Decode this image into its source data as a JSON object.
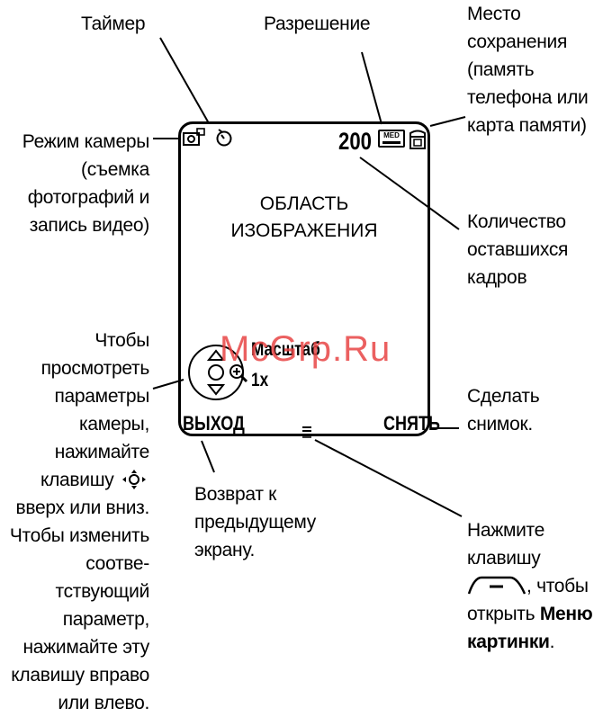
{
  "labels": {
    "timer": "Таймер",
    "resolution": "Разрешение",
    "storage": [
      "Место",
      "сохранения",
      "(память",
      "телефона или",
      "карта памяти)"
    ],
    "camera_mode": [
      "Режим камеры",
      "(съемка",
      "фотографий и",
      "запись видео)"
    ],
    "shots_left": [
      "Количество",
      "оставшихся",
      "кадров"
    ],
    "view_settings": [
      "Чтобы",
      "просмотреть",
      "параметры",
      "камеры,",
      "нажимайте",
      "клавишу",
      "вверх или вниз.",
      "Чтобы изменить",
      "соотве-",
      "тствующий",
      "параметр,",
      "нажимайте эту",
      "клавишу вправо",
      "или влево."
    ],
    "take_photo": [
      "Сделать",
      "снимок."
    ],
    "back": [
      "Возврат к",
      "предыдущему",
      "экрану."
    ],
    "menu": {
      "line1": "Нажмите",
      "line2": "клавишу",
      "line3_suffix": ", чтобы",
      "line4_prefix": "открыть",
      "line4_bold": "Меню",
      "line5_bold": "картинки",
      "line5_suffix": "."
    }
  },
  "screen": {
    "shots_count": "200",
    "resolution_badge": "MED",
    "image_area": [
      "ОБЛАСТЬ",
      "ИЗОБРАЖЕНИЯ"
    ],
    "zoom_label": "Масштаб",
    "zoom_value": "1x",
    "softkey_left": "ВЫХОД",
    "softkey_right": "СНЯТЬ"
  },
  "watermark": "McGrp.Ru",
  "icons": [
    "camera-mode-icon",
    "timer-icon",
    "resolution-icon",
    "storage-icon",
    "navigation-key-icon",
    "zoom-icon",
    "menu-key-icon",
    "soft-key-icon"
  ]
}
